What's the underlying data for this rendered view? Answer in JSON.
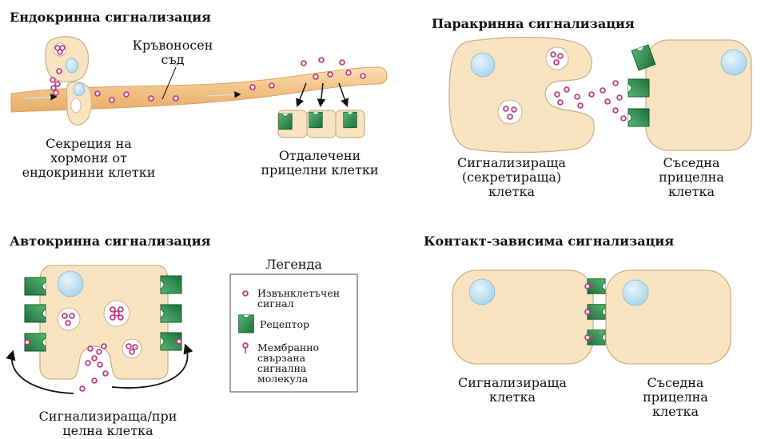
{
  "panels": {
    "endocrine": {
      "title": "Ендокринна сигнализация",
      "vessel_label": [
        "Кръвоносен",
        "съд"
      ],
      "secretion_label": [
        "Секреция на",
        "хормони от",
        "ендокринни клетки"
      ],
      "targets_label": [
        "Отдалечени",
        "прицелни клетки"
      ]
    },
    "paracrine": {
      "title": "Паракринна сигнализация",
      "signaling_label": [
        "Сигнализираща",
        "(секретираща)",
        "клетка"
      ],
      "target_label": [
        "Съседна",
        "прицелна",
        "клетка"
      ]
    },
    "autocrine": {
      "title": "Автокринна сигнализация",
      "cell_label": [
        "Сигнализираща/при",
        "целна клетка"
      ]
    },
    "contact": {
      "title": "Контакт-зависима сигнализация",
      "signaling_label": [
        "Сигнализираща",
        "клетка"
      ],
      "target_label": [
        "Съседна",
        "прицелна",
        "клетка"
      ]
    }
  },
  "legend": {
    "title": "Легенда",
    "items": [
      {
        "icon": "extracellular-signal-icon",
        "label": [
          "Извънклетъчен",
          "сигнал"
        ]
      },
      {
        "icon": "receptor-icon",
        "label": [
          "Рецептор"
        ]
      },
      {
        "icon": "membrane-bound-molecule-icon",
        "label": [
          "Мембранно",
          "свързана",
          "сигнална",
          "молекула"
        ]
      }
    ]
  },
  "colors": {
    "cell_fill": "#f8e4c0",
    "cell_stroke": "#c9b08a",
    "nucleus": "#bfe1f3",
    "vessel": "#f4c98e",
    "receptor": "#2c8f4e",
    "signal": "#b8377f"
  }
}
